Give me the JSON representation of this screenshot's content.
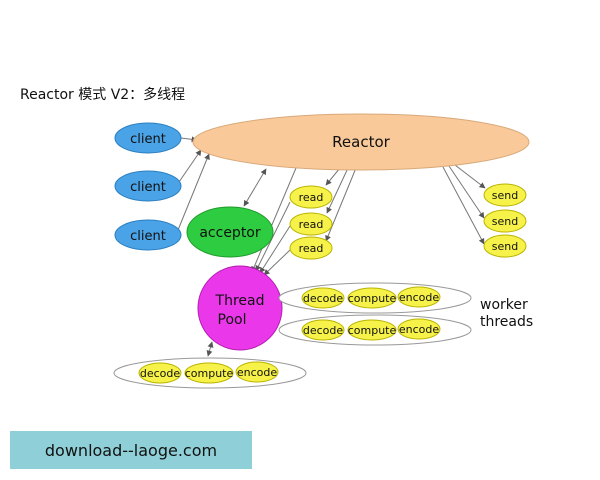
{
  "title": "Reactor 模式 V2：多线程",
  "nodes": {
    "reactor": "Reactor",
    "clients": [
      "client",
      "client",
      "client"
    ],
    "acceptor": "acceptor",
    "reads": [
      "read",
      "read",
      "read"
    ],
    "sends": [
      "send",
      "send",
      "send"
    ],
    "thread_pool": [
      "Thread",
      "Pool"
    ],
    "worker_groups": [
      [
        "decode",
        "compute",
        "encode"
      ],
      [
        "decode",
        "compute",
        "encode"
      ],
      [
        "decode",
        "compute",
        "encode"
      ]
    ],
    "worker_label": [
      "worker",
      "threads"
    ]
  },
  "colors": {
    "reactor_fill": "#f9c99a",
    "client_fill": "#4aa3e6",
    "acceptor_fill": "#2ecc40",
    "task_fill": "#f7f24a",
    "pool_fill": "#ea37ea",
    "line": "#777777"
  },
  "banner": "download--laoge.com"
}
